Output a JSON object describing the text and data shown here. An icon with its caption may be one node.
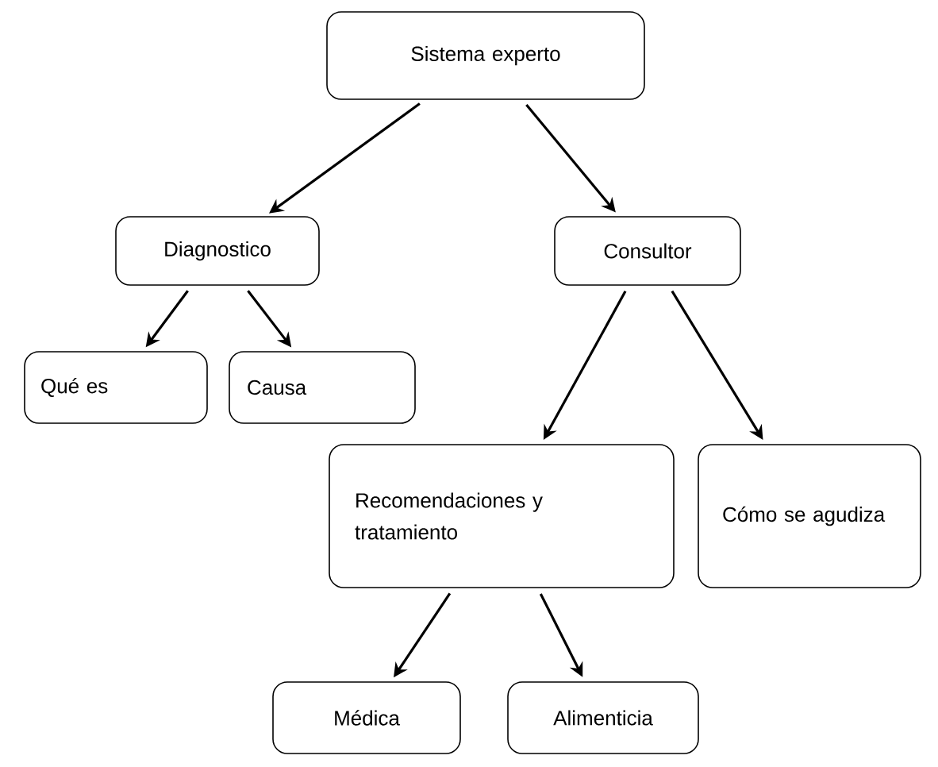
{
  "diagram": {
    "nodes": [
      {
        "text": [
          "Sistema  experto"
        ]
      },
      {
        "text": [
          "Diagnostico"
        ]
      },
      {
        "text": [
          "Consultor"
        ]
      },
      {
        "text": [
          "Qué es"
        ]
      },
      {
        "text": [
          "Causa"
        ]
      },
      {
        "text": [
          "Recomendaciones y tratamiento"
        ]
      },
      {
        "text": [
          "Cómo se agudiza"
        ]
      },
      {
        "text": [
          "Médica"
        ]
      },
      {
        "text": [
          "Alimenticia"
        ]
      }
    ],
    "edges": [
      {
        "from": 0,
        "to": 1,
        "arrow": "to"
      },
      {
        "from": 0,
        "to": 2,
        "arrow": "to"
      },
      {
        "from": 1,
        "to": 3,
        "arrow": "to"
      },
      {
        "from": 1,
        "to": 4,
        "arrow": "to"
      },
      {
        "from": 2,
        "to": 5,
        "arrow": "to"
      },
      {
        "from": 2,
        "to": 6,
        "arrow": "to"
      },
      {
        "from": 5,
        "to": 7,
        "arrow": "to"
      },
      {
        "from": 5,
        "to": 8,
        "arrow": "to"
      }
    ]
  }
}
